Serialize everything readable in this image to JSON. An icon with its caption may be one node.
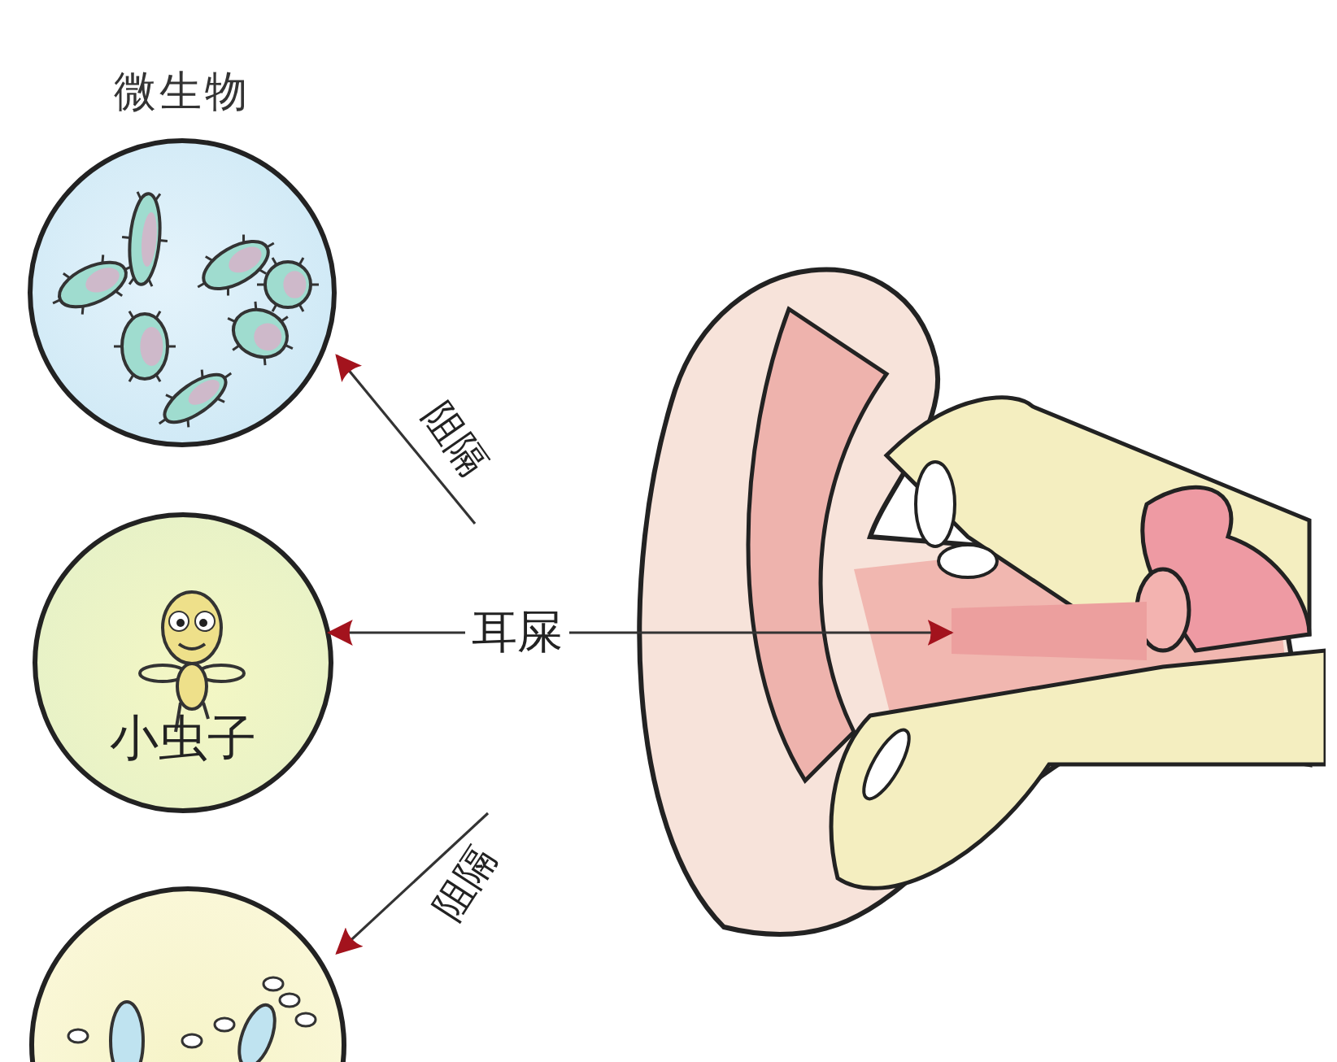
{
  "diagram": {
    "nodes": [
      {
        "text": [
          "微生物"
        ]
      },
      {
        "text": [
          "小虫子"
        ]
      },
      {
        "text": [],
        "shape": "picture"
      },
      {
        "text": [
          "耳屎"
        ]
      },
      {
        "text": [],
        "shape": "picture"
      },
      {
        "text": [],
        "shape": "box",
        "in": 4
      }
    ],
    "edges": [
      {
        "from": 3,
        "to": 1,
        "arrow": "to"
      },
      {
        "from": 3,
        "to": 5,
        "arrow": "to"
      },
      {
        "from": null,
        "to": 0,
        "arrow": "to",
        "label": "阻隔"
      },
      {
        "from": null,
        "to": 2,
        "arrow": "to",
        "label": "阻隔"
      }
    ]
  }
}
